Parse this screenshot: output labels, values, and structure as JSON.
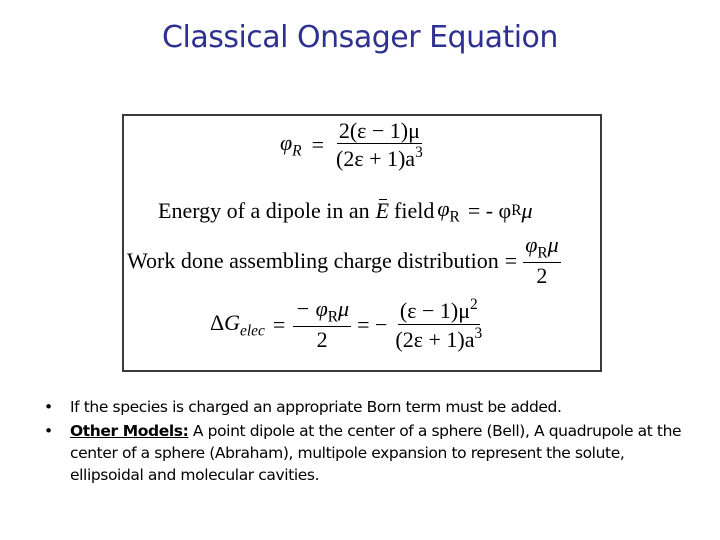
{
  "slide": {
    "title": "Classical Onsager Equation",
    "title_color": "#2e3192"
  },
  "equations": {
    "eq1": {
      "lhs": "φ",
      "lhs_sub": "R",
      "equals": "=",
      "num": "2(ε − 1)μ",
      "den": "(2ε + 1)a",
      "den_sup": "3"
    },
    "eq2": {
      "text": "Energy of a dipole in an",
      "vector": "E",
      "field": "field",
      "phi": "φ",
      "phi_sub": "R",
      "rhs": "= - φ",
      "rhs_sub": "R",
      "mu": "μ"
    },
    "eq3": {
      "text": "Work done assembling charge distribution",
      "equals": "=",
      "num": "φ",
      "num_sub": "R",
      "num_mu": "μ",
      "den": "2"
    },
    "eq4": {
      "delta": "Δ",
      "G": "G",
      "G_sub": "elec",
      "equals1": "=",
      "num1": "− φ",
      "num1_sub": "R",
      "num1_mu": "μ",
      "den1": "2",
      "equals2": "= −",
      "num2": "(ε − 1)μ",
      "num2_sup": "2",
      "den2": "(2ε + 1)a",
      "den2_sup": "3"
    }
  },
  "bullets": [
    {
      "marker": "•",
      "text": "If the species is charged an appropriate Born term must be added."
    },
    {
      "marker": "•",
      "label": "Other Models:",
      "text": " A point dipole at the center of a sphere (Bell), A quadrupole at the center of a sphere (Abraham), multipole expansion to represent the solute, ellipsoidal and molecular cavities."
    }
  ]
}
